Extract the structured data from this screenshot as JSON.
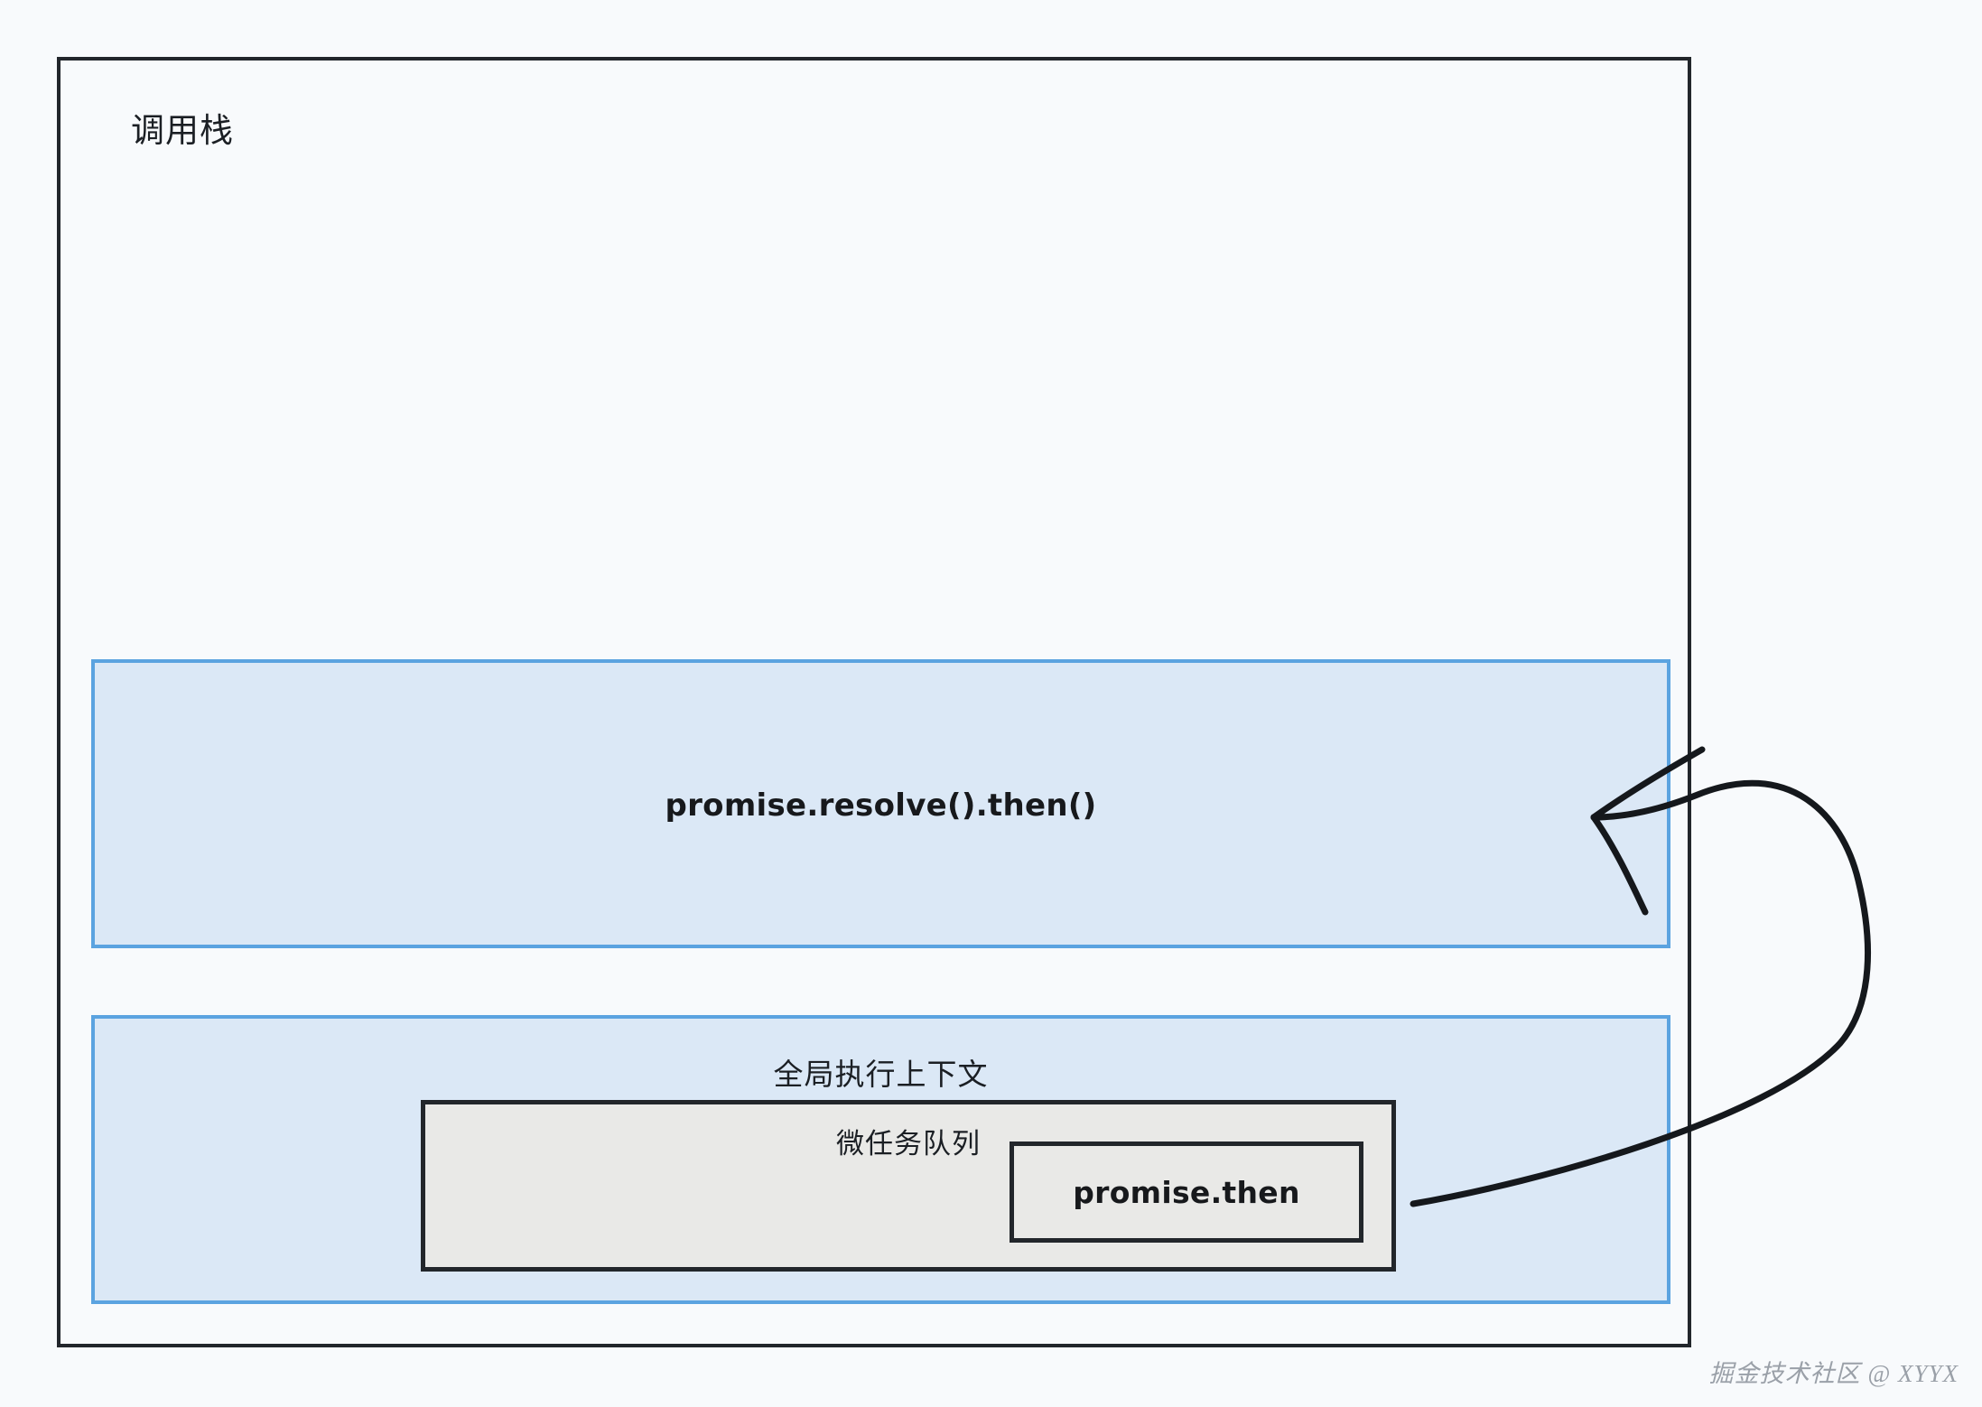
{
  "diagram": {
    "title": "调用栈",
    "background_color": "#f8fafc",
    "frame_border_color": "#22262b",
    "accent_blue_fill": "#dbe8f6",
    "accent_blue_border": "#5ba3e0",
    "gray_fill": "#e9e9e7",
    "stack_frames": [
      {
        "id": "promise-resolve-frame",
        "label": "promise.resolve().then()",
        "fill": "#dbe8f6",
        "border": "#5ba3e0"
      },
      {
        "id": "global-context-frame",
        "label": "全局执行上下文",
        "fill": "#dbe8f6",
        "border": "#5ba3e0"
      }
    ],
    "microtask_queue": {
      "label": "微任务队列",
      "fill": "#e9e9e7",
      "border": "#22262b",
      "items": [
        {
          "label": "promise.then",
          "fill": "#e9e9e7",
          "border": "#22262b"
        }
      ]
    },
    "annotation_arrow": {
      "name": "microtask-to-callstack-arrow",
      "from": "promise.then",
      "to": "promise.resolve().then()",
      "color": "#15181c",
      "style": "hand-drawn-curve"
    },
    "watermark": "掘金技术社区 @ XYYX"
  }
}
